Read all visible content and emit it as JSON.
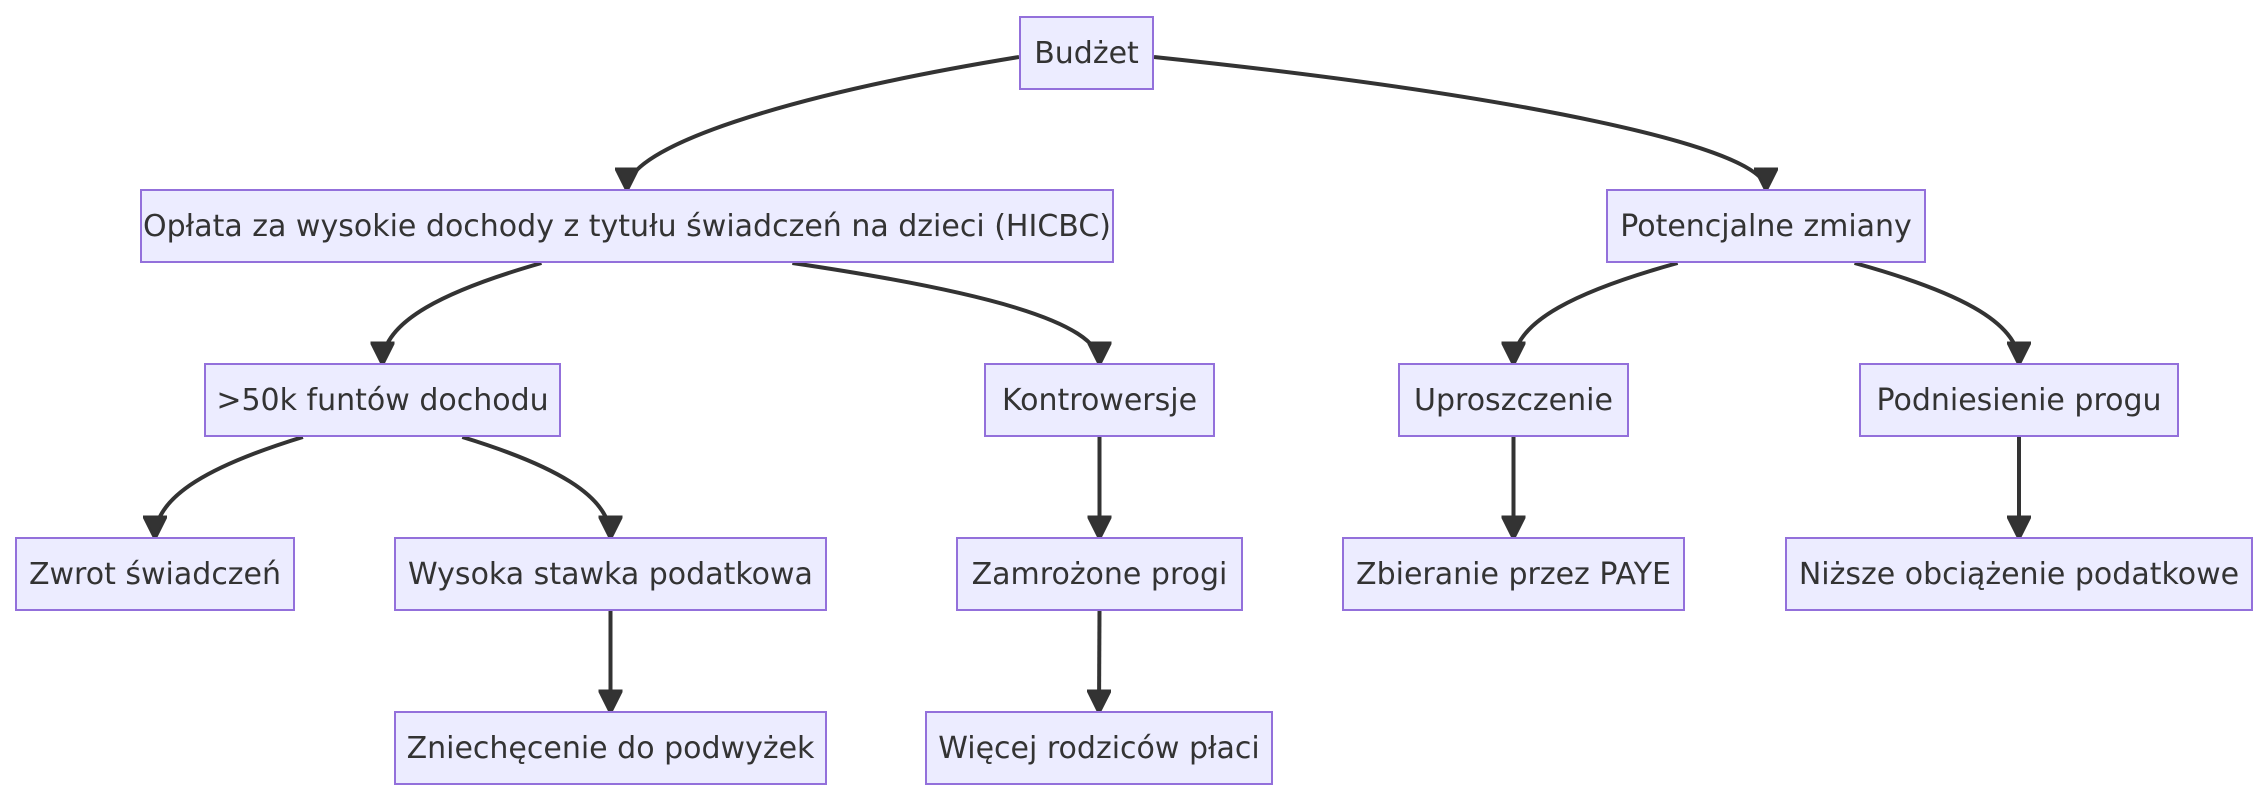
{
  "diagram": {
    "nodes": {
      "budzet": "Budżet",
      "hicbc": "Opłata za wysokie dochody z tytułu świadczeń na dzieci (HICBC)",
      "zmiany": "Potencjalne zmiany",
      "dochod_50k": ">50k funtów dochodu",
      "kontrowersje": "Kontrowersje",
      "uproszczenie": "Uproszczenie",
      "podniesienie": "Podniesienie progu",
      "zwrot": "Zwrot świadczeń",
      "wysoka": "Wysoka stawka podatkowa",
      "zamrozone": "Zamrożone progi",
      "paye": "Zbieranie przez PAYE",
      "nizsze": "Niższe obciążenie podatkowe",
      "zniechecenie": "Zniechęcenie do podwyżek",
      "wiecej": "Więcej rodziców płaci"
    },
    "edges": [
      {
        "from": "budzet",
        "to": "hicbc"
      },
      {
        "from": "budzet",
        "to": "zmiany"
      },
      {
        "from": "hicbc",
        "to": "dochod_50k"
      },
      {
        "from": "hicbc",
        "to": "kontrowersje"
      },
      {
        "from": "zmiany",
        "to": "uproszczenie"
      },
      {
        "from": "zmiany",
        "to": "podniesienie"
      },
      {
        "from": "dochod_50k",
        "to": "zwrot"
      },
      {
        "from": "dochod_50k",
        "to": "wysoka"
      },
      {
        "from": "kontrowersje",
        "to": "zamrozone"
      },
      {
        "from": "uproszczenie",
        "to": "paye"
      },
      {
        "from": "podniesienie",
        "to": "nizsze"
      },
      {
        "from": "wysoka",
        "to": "zniechecenie"
      },
      {
        "from": "zamrozone",
        "to": "wiecej"
      }
    ],
    "colors": {
      "node_fill": "#ececff",
      "node_border": "#9370db",
      "edge": "#333333",
      "text": "#333333"
    }
  }
}
